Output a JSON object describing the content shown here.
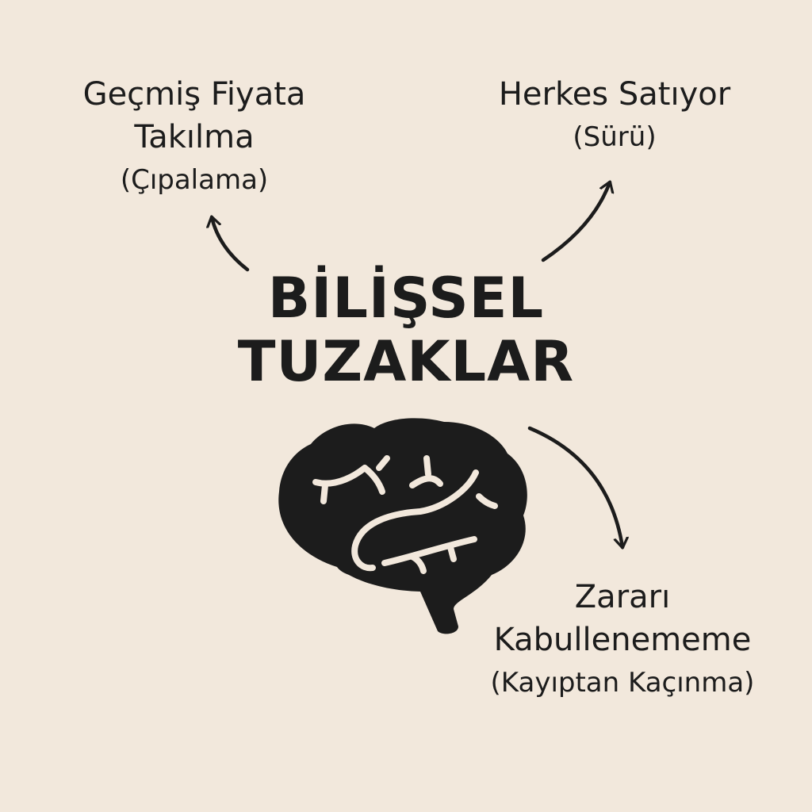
{
  "title": {
    "line1": "BİLİŞSEL",
    "line2": "TUZAKLAR"
  },
  "nodes": {
    "anchoring": {
      "line1": "Geçmiş Fiyata",
      "line2": "Takılma",
      "sub": "(Çıpalama)"
    },
    "herd": {
      "line1": "Herkes Satıyor",
      "sub": "(Sürü)"
    },
    "loss_aversion": {
      "line1": "Zararı",
      "line2": "Kabullenememe",
      "sub": "(Kayıptan Kaçınma)"
    }
  },
  "icons": {
    "center": "brain-icon"
  },
  "colors": {
    "background": "#f2e8dc",
    "ink": "#1c1c1c",
    "brain_folds": "#f2e8dc"
  }
}
